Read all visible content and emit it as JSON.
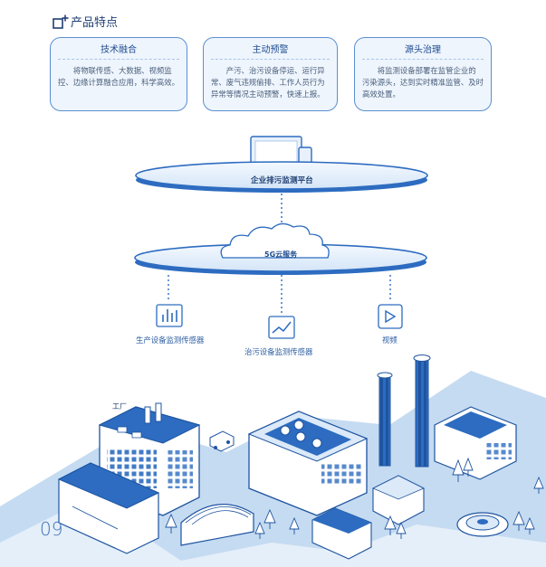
{
  "section": {
    "title": "产品特点"
  },
  "features": [
    {
      "title": "技术融合",
      "description": "将物联传感、大数据、视频监控、边缘计算融合应用，科学高效。"
    },
    {
      "title": "主动预警",
      "description": "产污、治污设备停运、运行异常、废气违规偷排、工作人员行为异常等情况主动预警，快速上报。"
    },
    {
      "title": "源头治理",
      "description": "将监测设备部署在监管企业的污染源头，达到实时精准监管、及时高效处置。"
    }
  ],
  "diagram": {
    "platform_label": "企业排污监测平台",
    "cloud_label": "5G云服务",
    "sensors": [
      {
        "label": "生产设备监测传感器",
        "icon": "bar-chart-icon"
      },
      {
        "label": "治污设备监测传感器",
        "icon": "line-chart-icon"
      },
      {
        "label": "视频",
        "icon": "video-play-icon"
      }
    ],
    "factory_label": "工厂"
  },
  "colors": {
    "primary": "#2d6cc0",
    "light_fill": "#dbe9f8",
    "ground": "#c5dbf1",
    "card_border": "#5b8fd1"
  },
  "page": {
    "number": "09"
  }
}
